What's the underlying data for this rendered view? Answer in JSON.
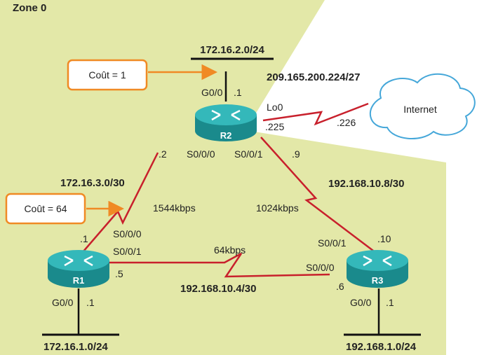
{
  "zone": {
    "label": "Zone 0"
  },
  "colors": {
    "zone_fill": "#e3e8a8",
    "serial_link": "#c8202c",
    "ethernet_link": "#111111",
    "callout_border": "#f08a24",
    "router_body": "#1a8a8c",
    "router_top": "#34b8ba"
  },
  "callouts": [
    {
      "id": "cost-r2",
      "text": "Coût = 1"
    },
    {
      "id": "cost-r1",
      "text": "Coût = 64"
    }
  ],
  "routers": [
    {
      "id": "R1",
      "name": "R1"
    },
    {
      "id": "R2",
      "name": "R2"
    },
    {
      "id": "R3",
      "name": "R3"
    }
  ],
  "networks": {
    "r2_lan": "172.16.2.0/24",
    "r1_lan": "172.16.1.0/24",
    "r3_lan": "192.168.1.0/24",
    "isp": "209.165.200.224/27",
    "r1_r2": "172.16.3.0/30",
    "r2_r3": "192.168.10.8/30",
    "r1_r3": "192.168.10.4/30"
  },
  "internet": {
    "label": "Internet"
  },
  "interfaces": {
    "r2_g00": "G0/0",
    "r2_g00_ip": ".1",
    "r2_lo0": "Lo0",
    "r2_lo0_ip": ".225",
    "isp_ip": ".226",
    "r2_s000_ip": ".2",
    "r2_s000": "S0/0/0",
    "r2_s001": "S0/0/1",
    "r2_s001_ip": ".9",
    "r1_s000_ip": ".1",
    "r1_s000": "S0/0/0",
    "r1_s001": "S0/0/1",
    "r1_s001_ip": ".5",
    "r1_g00": "G0/0",
    "r1_g00_ip": ".1",
    "r3_s001": "S0/0/1",
    "r3_s001_ip": ".10",
    "r3_s000": "S0/0/0",
    "r3_s000_ip": ".6",
    "r3_g00": "G0/0",
    "r3_g00_ip": ".1"
  },
  "bandwidths": {
    "r1_r2": "1544kbps",
    "r2_r3": "1024kbps",
    "r1_r3": "64kbps"
  }
}
